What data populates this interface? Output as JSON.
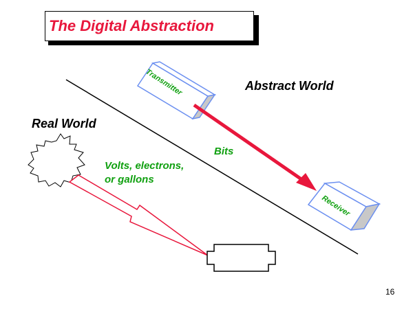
{
  "slide": {
    "title": "The Digital Abstraction",
    "page_number": "16",
    "colors": {
      "title": "#e8173c",
      "labels_green": "#10a010",
      "box_outline": "#6b8ff0",
      "box_side": "#c8c8c8",
      "arrow": "#e8173c"
    }
  },
  "labels": {
    "abstract_world": "Abstract World",
    "real_world": "Real World",
    "bits": "Bits",
    "volts_line1": "Volts, electrons,",
    "volts_line2": "or gallons"
  },
  "boxes": {
    "transmitter": "Transmitter",
    "receiver": "Receiver"
  }
}
